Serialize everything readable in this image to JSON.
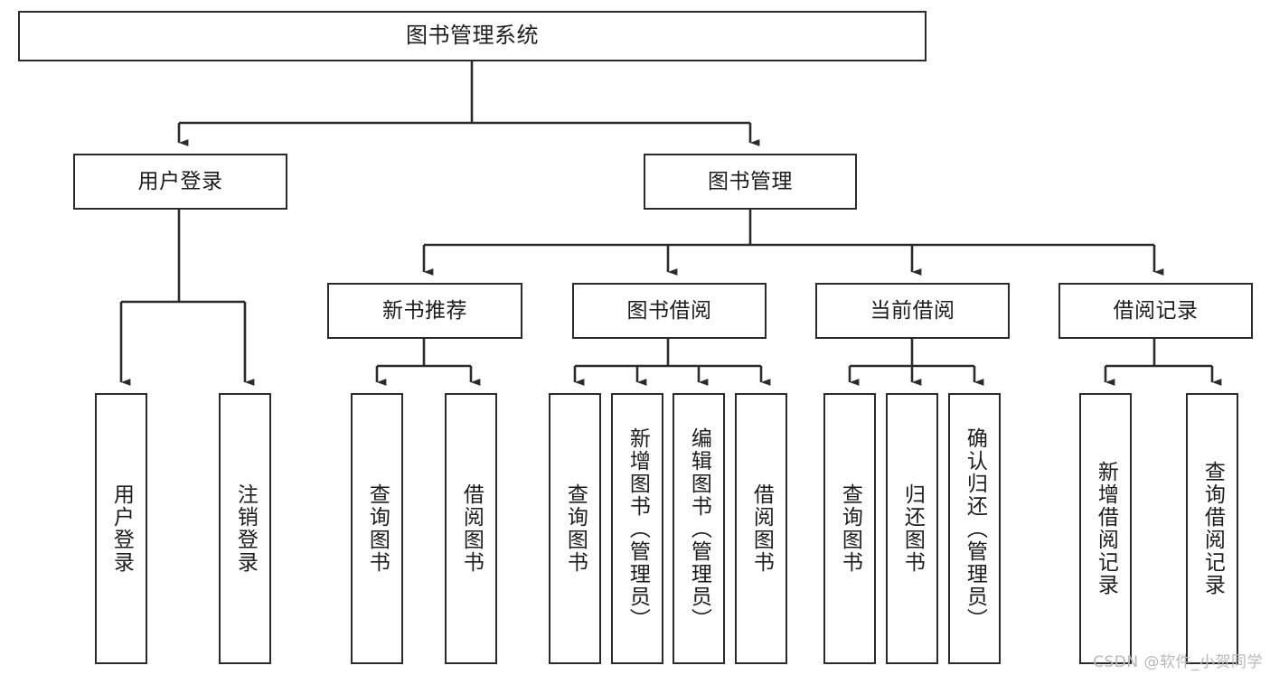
{
  "diagram": {
    "title": "图书管理系统",
    "type": "tree-hierarchy",
    "watermark": "CSDN @软件_小贺同学",
    "colors": {
      "stroke": "#2b2b2b",
      "fill": "#ffffff",
      "text": "#1c1c1c",
      "watermark": "#b9b9b9"
    },
    "levels": {
      "level1": [
        "图书管理系统"
      ],
      "level2": [
        "用户登录",
        "图书管理"
      ],
      "level3": [
        "新书推荐",
        "图书借阅",
        "当前借阅",
        "借阅记录"
      ],
      "level4": [
        "用户登录",
        "注销登录",
        "查询图书",
        "借阅图书",
        "查询图书",
        "新增图书（管理员）",
        "编辑图书（管理员）",
        "借阅图书",
        "查询图书",
        "归还图书",
        "确认归还（管理员）",
        "新增借阅记录",
        "查询借阅记录"
      ]
    },
    "nodes": {
      "root": {
        "label": "图书管理系统"
      },
      "user_login": {
        "label": "用户登录"
      },
      "book_mgmt": {
        "label": "图书管理"
      },
      "new_book_rec": {
        "label": "新书推荐"
      },
      "book_borrow": {
        "label": "图书借阅"
      },
      "current_borrow": {
        "label": "当前借阅"
      },
      "borrow_record": {
        "label": "借阅记录"
      },
      "leaf_user_login": {
        "label": "用户登录"
      },
      "leaf_logout": {
        "label": "注销登录"
      },
      "leaf_query_book_a": {
        "label": "查询图书"
      },
      "leaf_borrow_book_a": {
        "label": "借阅图书"
      },
      "leaf_query_book_b": {
        "label": "查询图书"
      },
      "leaf_add_book": {
        "label": "新增图书（管理员）"
      },
      "leaf_edit_book": {
        "label": "编辑图书（管理员）"
      },
      "leaf_borrow_book_b": {
        "label": "借阅图书"
      },
      "leaf_query_book_c": {
        "label": "查询图书"
      },
      "leaf_return_book": {
        "label": "归还图书"
      },
      "leaf_confirm_return": {
        "label": "确认归还（管理员）"
      },
      "leaf_add_record": {
        "label": "新增借阅记录"
      },
      "leaf_query_record": {
        "label": "查询借阅记录"
      }
    },
    "edges": [
      {
        "from": "root",
        "to": "user_login"
      },
      {
        "from": "root",
        "to": "book_mgmt"
      },
      {
        "from": "user_login",
        "to": "leaf_user_login"
      },
      {
        "from": "user_login",
        "to": "leaf_logout"
      },
      {
        "from": "book_mgmt",
        "to": "new_book_rec"
      },
      {
        "from": "book_mgmt",
        "to": "book_borrow"
      },
      {
        "from": "book_mgmt",
        "to": "current_borrow"
      },
      {
        "from": "book_mgmt",
        "to": "borrow_record"
      },
      {
        "from": "new_book_rec",
        "to": "leaf_query_book_a"
      },
      {
        "from": "new_book_rec",
        "to": "leaf_borrow_book_a"
      },
      {
        "from": "book_borrow",
        "to": "leaf_query_book_b"
      },
      {
        "from": "book_borrow",
        "to": "leaf_add_book"
      },
      {
        "from": "book_borrow",
        "to": "leaf_edit_book"
      },
      {
        "from": "book_borrow",
        "to": "leaf_borrow_book_b"
      },
      {
        "from": "current_borrow",
        "to": "leaf_query_book_c"
      },
      {
        "from": "current_borrow",
        "to": "leaf_return_book"
      },
      {
        "from": "current_borrow",
        "to": "leaf_confirm_return"
      },
      {
        "from": "borrow_record",
        "to": "leaf_add_record"
      },
      {
        "from": "borrow_record",
        "to": "leaf_query_record"
      }
    ]
  }
}
